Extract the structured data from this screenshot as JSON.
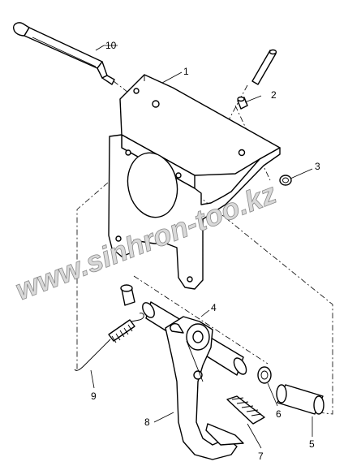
{
  "diagram": {
    "watermark": "www.sinhron-too.kz",
    "callouts": [
      {
        "id": "10",
        "label": "10"
      },
      {
        "id": "1",
        "label": "1"
      },
      {
        "id": "2",
        "label": "2"
      },
      {
        "id": "3",
        "label": "3"
      },
      {
        "id": "4",
        "label": "4"
      },
      {
        "id": "5",
        "label": "5"
      },
      {
        "id": "6",
        "label": "6"
      },
      {
        "id": "7",
        "label": "7"
      },
      {
        "id": "8",
        "label": "8"
      },
      {
        "id": "9",
        "label": "9"
      }
    ]
  }
}
